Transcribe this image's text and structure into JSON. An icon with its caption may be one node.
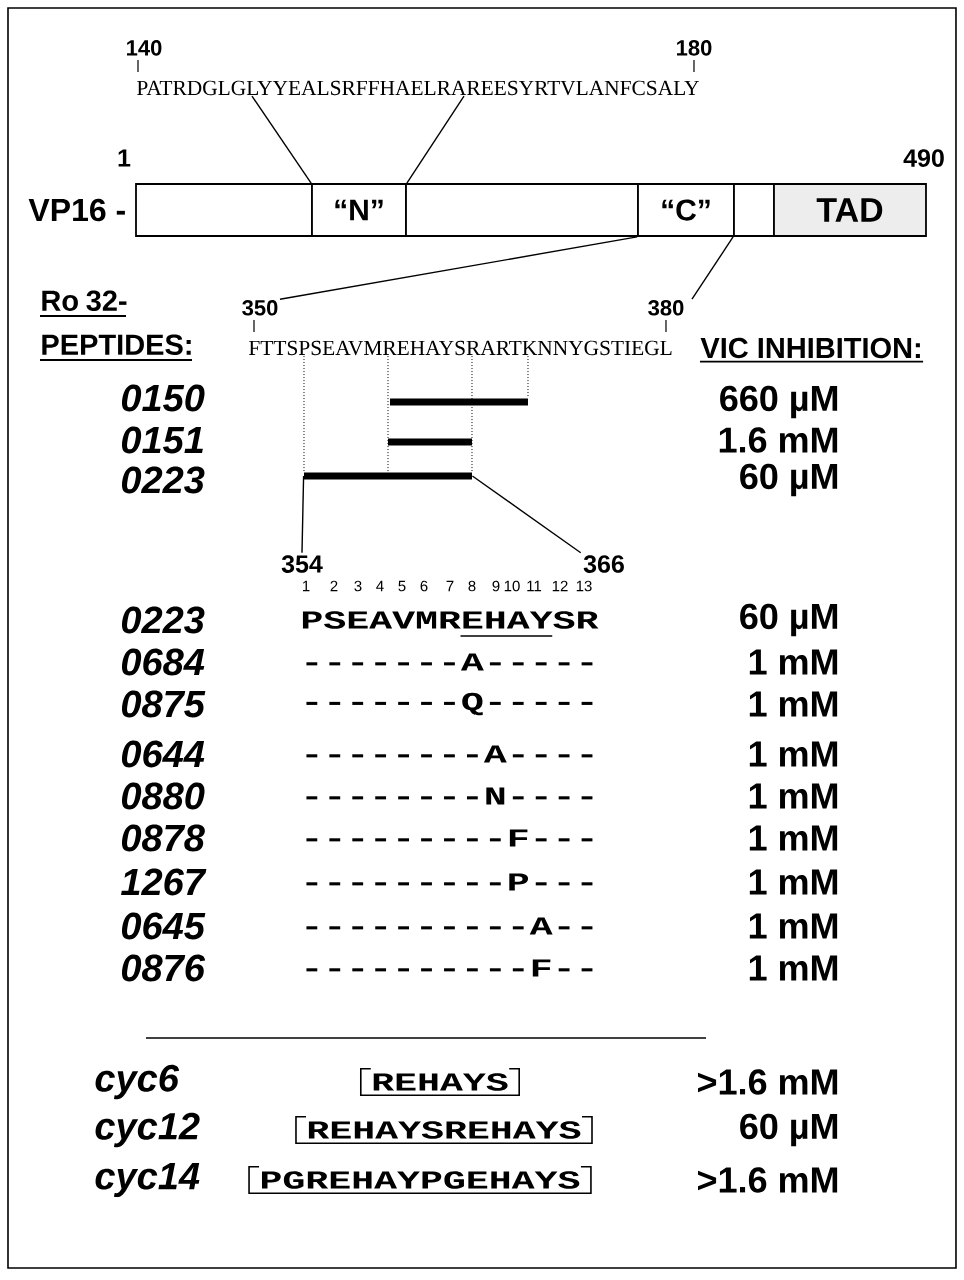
{
  "diagram": {
    "nodes": [
      {
        "text": [
          "140",
          "180",
          "PATRDGLGLYYEALSRFFHAELRAREESYRTVLANFCSALY"
        ]
      },
      {
        "text": [],
        "shape": "box"
      },
      {
        "text": [
          "“N”"
        ]
      },
      {
        "text": [],
        "shape": "box"
      },
      {
        "text": [
          "“C”"
        ]
      },
      {
        "text": [],
        "shape": "box"
      },
      {
        "text": [
          "TAD"
        ]
      },
      {
        "text": [
          "350",
          "380",
          "FTTSPSEAVMREHAYSRARTKNNYGSTIEGL"
        ]
      },
      {
        "text": [],
        "shape": "bar"
      },
      {
        "text": [],
        "shape": "bar"
      },
      {
        "text": [],
        "shape": "bar"
      },
      {
        "text": [
          "354"
        ]
      },
      {
        "text": [
          "366"
        ]
      }
    ],
    "edges": [
      {
        "from": 2,
        "to": 0,
        "arrow": "none"
      },
      {
        "from": 2,
        "to": 0,
        "arrow": "none"
      },
      {
        "from": 4,
        "to": 7,
        "arrow": "none"
      },
      {
        "from": 5,
        "to": 7,
        "arrow": "none"
      },
      {
        "from": 10,
        "to": 11,
        "arrow": "none"
      },
      {
        "from": 10,
        "to": 12,
        "arrow": "none"
      },
      {
        "from": 7,
        "to": 10,
        "arrow": "none",
        "style": "dashed"
      },
      {
        "from": 7,
        "to": 10,
        "arrow": "none",
        "style": "dashed"
      },
      {
        "from": 7,
        "to": 10,
        "arrow": "none",
        "style": "dashed"
      },
      {
        "from": 7,
        "to": 8,
        "arrow": "none",
        "style": "dashed"
      }
    ],
    "labels": [
      "1",
      "490",
      "VP16 -",
      "Ro 32- PEPTIDES:",
      "VIC INHIBITION:",
      "0150",
      "660 µM",
      "0151",
      "1.6 mM",
      "0223",
      "60 µM",
      "1",
      "2",
      "3",
      "4",
      "5",
      "6",
      "7",
      "8",
      "9",
      "10",
      "11",
      "12",
      "13",
      "0223",
      "PSEAVMREHAYSR",
      "60 µM",
      "0684",
      "-------A-----",
      "1 mM",
      "0875",
      "-------Q-----",
      "1 mM",
      "0644",
      "--------A----",
      "1 mM",
      "0880",
      "--------N----",
      "1 mM",
      "0878",
      "---------F---",
      "1 mM",
      "1267",
      "---------P---",
      "1 mM",
      "0645",
      "----------A--",
      "1 mM",
      "0876",
      "----------F--",
      "1 mM",
      "cyc6",
      "REHAYS",
      ">1.6 mM",
      "cyc12",
      "REHAYSREHAYS",
      "60 µM",
      "cyc14",
      "PGREHAYPGEHAYS",
      ">1.6 mM"
    ]
  }
}
